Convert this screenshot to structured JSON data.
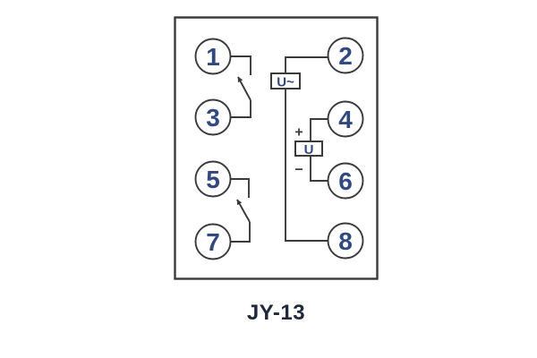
{
  "diagram": {
    "caption": "JY-13",
    "terminals": [
      {
        "label": "1"
      },
      {
        "label": "2"
      },
      {
        "label": "3"
      },
      {
        "label": "4"
      },
      {
        "label": "5"
      },
      {
        "label": "6"
      },
      {
        "label": "7"
      },
      {
        "label": "8"
      }
    ],
    "components": {
      "ac_voltage_label": "U~",
      "dc_voltage_label": "U",
      "plus_sign": "+",
      "minus_sign": "−"
    },
    "connections": [
      {
        "from": "1",
        "to": "3",
        "through": "switch-contact"
      },
      {
        "from": "2",
        "to": "8",
        "through": "ac-voltage-element"
      },
      {
        "from": "4",
        "to": "6",
        "through": "dc-voltage-element"
      },
      {
        "from": "5",
        "to": "7",
        "through": "switch-contact"
      }
    ],
    "colors": {
      "stroke": "#3a3a3a",
      "digit": "#32497f",
      "caption_text": "#1e2838",
      "background": "#ffffff"
    }
  }
}
